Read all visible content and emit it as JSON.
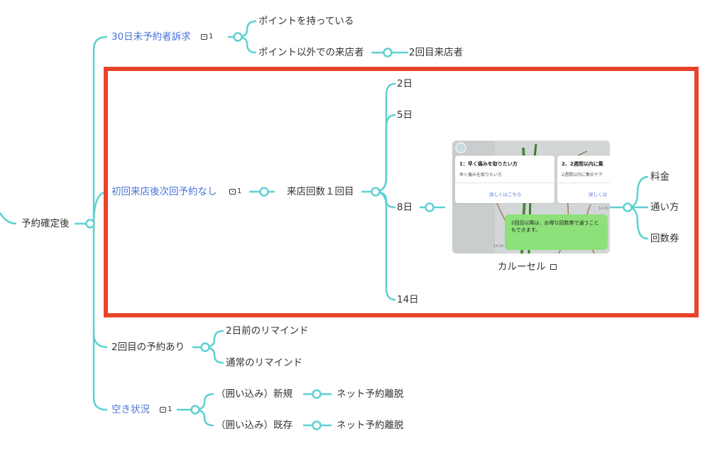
{
  "root": {
    "label": "予約確定後"
  },
  "branch1": {
    "label": "30日未予約者訴求",
    "comment_count": "1",
    "children": [
      "ポイントを持っている",
      "ポイント以外での来店者"
    ],
    "grandchild": "2回目来店者"
  },
  "branch2": {
    "label": "初回来店後次回予約なし",
    "comment_count": "1",
    "child": "来店回数１回目",
    "days": [
      "2日",
      "5日",
      "8日",
      "14日"
    ],
    "carousel": {
      "caption": "カルーセル",
      "card1_title": "1：早く痛みを取りたい方",
      "card1_sub": "早く痛みを取りたい方",
      "card1_link": "詳しくはこちら",
      "card2_title": "2、2週間以内に集",
      "card2_sub": "2週間以内に集中ケア",
      "card2_link": "詳しくは",
      "bubble": "2回目以降は、お得な回数券で通うこともできます。",
      "time1": "14:20",
      "time2": "14:20"
    },
    "outcomes": [
      "料金",
      "通い方",
      "回数券"
    ]
  },
  "branch3": {
    "label": "2回目の予約あり",
    "children": [
      "2日前のリマインド",
      "通常のリマインド"
    ]
  },
  "branch4": {
    "label": "空き状況",
    "comment_count": "1",
    "children": [
      "（囲い込み）新規",
      "（囲い込み）既存"
    ],
    "grandchildren": [
      "ネット予約離脱",
      "ネット予約離脱"
    ]
  },
  "colors": {
    "connector": "#5fd0d2",
    "link": "#4a73d9",
    "highlight": "#e8432a",
    "bubble": "#8de07a"
  }
}
